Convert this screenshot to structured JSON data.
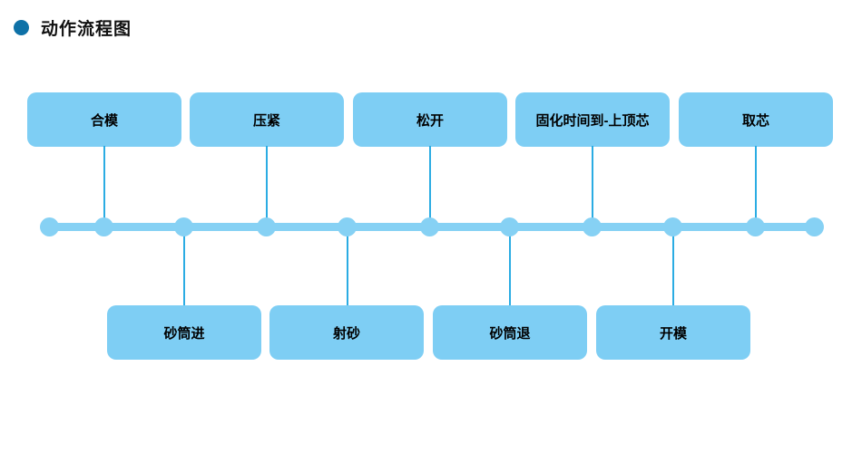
{
  "page": {
    "title": "动作流程图"
  },
  "colors": {
    "title_bullet": "#0e71a7",
    "node_fill": "#7ecef4",
    "timeline": "#86d1f4",
    "connector": "#2bace3",
    "text": "#000000",
    "background": "#ffffff"
  },
  "flowchart": {
    "top_nodes": [
      {
        "label": "合模"
      },
      {
        "label": "压紧"
      },
      {
        "label": "松开"
      },
      {
        "label": "固化时间到-上顶芯"
      },
      {
        "label": "取芯"
      }
    ],
    "bottom_nodes": [
      {
        "label": "砂筒进"
      },
      {
        "label": "射砂"
      },
      {
        "label": "砂筒退"
      },
      {
        "label": "开模"
      }
    ]
  }
}
